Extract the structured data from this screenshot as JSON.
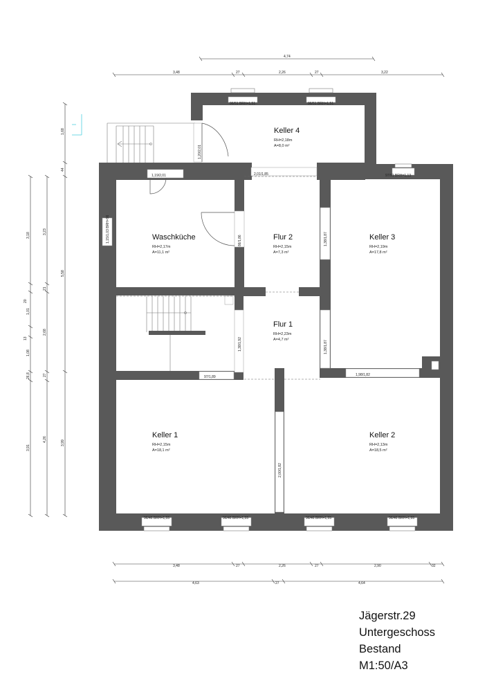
{
  "title_block": {
    "address": "Jägerstr.29",
    "floor": "Untergeschoss",
    "status": "Bestand",
    "scale": "M1:50/A3"
  },
  "rooms": {
    "keller4": {
      "name": "Keller 4",
      "rh": "RH=2,18m",
      "area": "A=8,0 m²"
    },
    "waschkueche": {
      "name": "Waschküche",
      "rh": "RH=2,17m",
      "area": "A=11,1 m²"
    },
    "flur2": {
      "name": "Flur 2",
      "rh": "RH=2,15m",
      "area": "A=7,3 m²"
    },
    "keller3": {
      "name": "Keller 3",
      "rh": "RH=2,19m",
      "area": "A=17,8 m²"
    },
    "flur1": {
      "name": "Flur 1",
      "rh": "RH=2,23m",
      "area": "A=4,7 m²"
    },
    "keller1": {
      "name": "Keller 1",
      "rh": "RH=2,15m",
      "area": "A=18,1 m²"
    },
    "keller2": {
      "name": "Keller 2",
      "rh": "RH=2,13m",
      "area": "A=18,5 m²"
    }
  },
  "openings": {
    "win_k4_left": "96/51 BRH=1,51",
    "win_k4_right": "96/51 BRH=1,51",
    "win_k3": "97/91 BRH=1,13",
    "win_wk": "1,15/1,03 BRH=96",
    "win_k1_left": "96/46 BRH=1,55",
    "win_k1_right": "96/46 BRH=1,55",
    "win_k2_left": "96/46 BRH=1,55",
    "win_k2_right": "96/46 BRH=1,55",
    "door_k4": "1,20/2,01",
    "door_wk_top": "1,19/2,01",
    "door_flur2_top": "2,01/1,85",
    "door_wk_flur2": "86/1,86",
    "door_flur2_k3": "1,38/1,87",
    "door_stair": "1,38/1,92",
    "door_flur1_k3": "1,38/1,87",
    "door_k3_bottom": "1,98/1,82",
    "door_stair_bottom": "97/1,89",
    "door_k1_k2": "2,00/1,82"
  },
  "dimensions": {
    "top_total": "4,74",
    "top_parts": [
      "3,48",
      "27",
      "2,26",
      "27",
      "3,22"
    ],
    "bottom_parts": [
      "3,48",
      "27",
      "2,26",
      "27",
      "2,90",
      "32"
    ],
    "bottom_totals": [
      "4,63",
      "27",
      "4,64"
    ],
    "left_outer": [
      "3,18",
      "20",
      "1,01",
      "13",
      "1,08",
      "26,8",
      "3,91"
    ],
    "left_mid": [
      "3,23",
      "21",
      "2,68",
      "27",
      "4,26"
    ],
    "left_inner": [
      "1,68",
      "44",
      "5,58",
      "3,99"
    ]
  }
}
